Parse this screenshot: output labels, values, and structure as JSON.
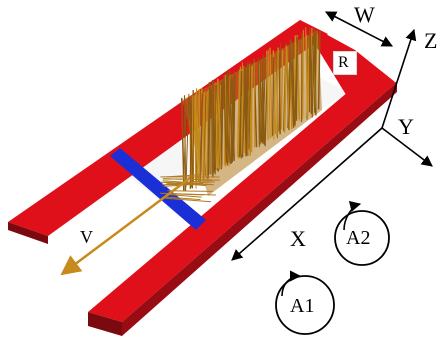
{
  "labels": {
    "w": "W",
    "z": "Z",
    "y": "Y",
    "x": "X",
    "r": "R",
    "v": "V",
    "a1": "A1",
    "a2": "A2"
  },
  "colors": {
    "frame": "#e0101a",
    "frame_shadow": "#7a0a10",
    "bar": "#1a2fd6",
    "arrow": "#c78a1c",
    "plate": "#f6f6f6",
    "ink": "#000000"
  }
}
